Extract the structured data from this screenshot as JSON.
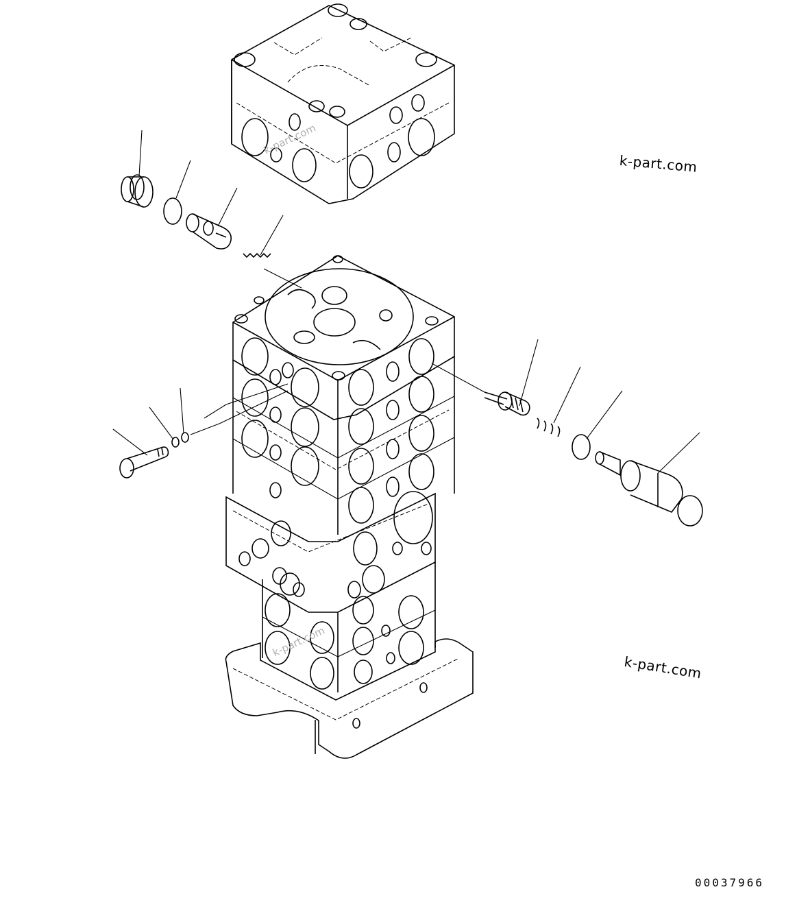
{
  "watermarks": {
    "top_right": "k-part.com",
    "bottom_right": "k-part.com",
    "faint_upper": "k-part.com",
    "faint_lower": "k-part.com"
  },
  "drawing_number": "00037966",
  "colors": {
    "line": "#000000",
    "background": "#ffffff",
    "faint_watermark": "#b0b0b0"
  }
}
